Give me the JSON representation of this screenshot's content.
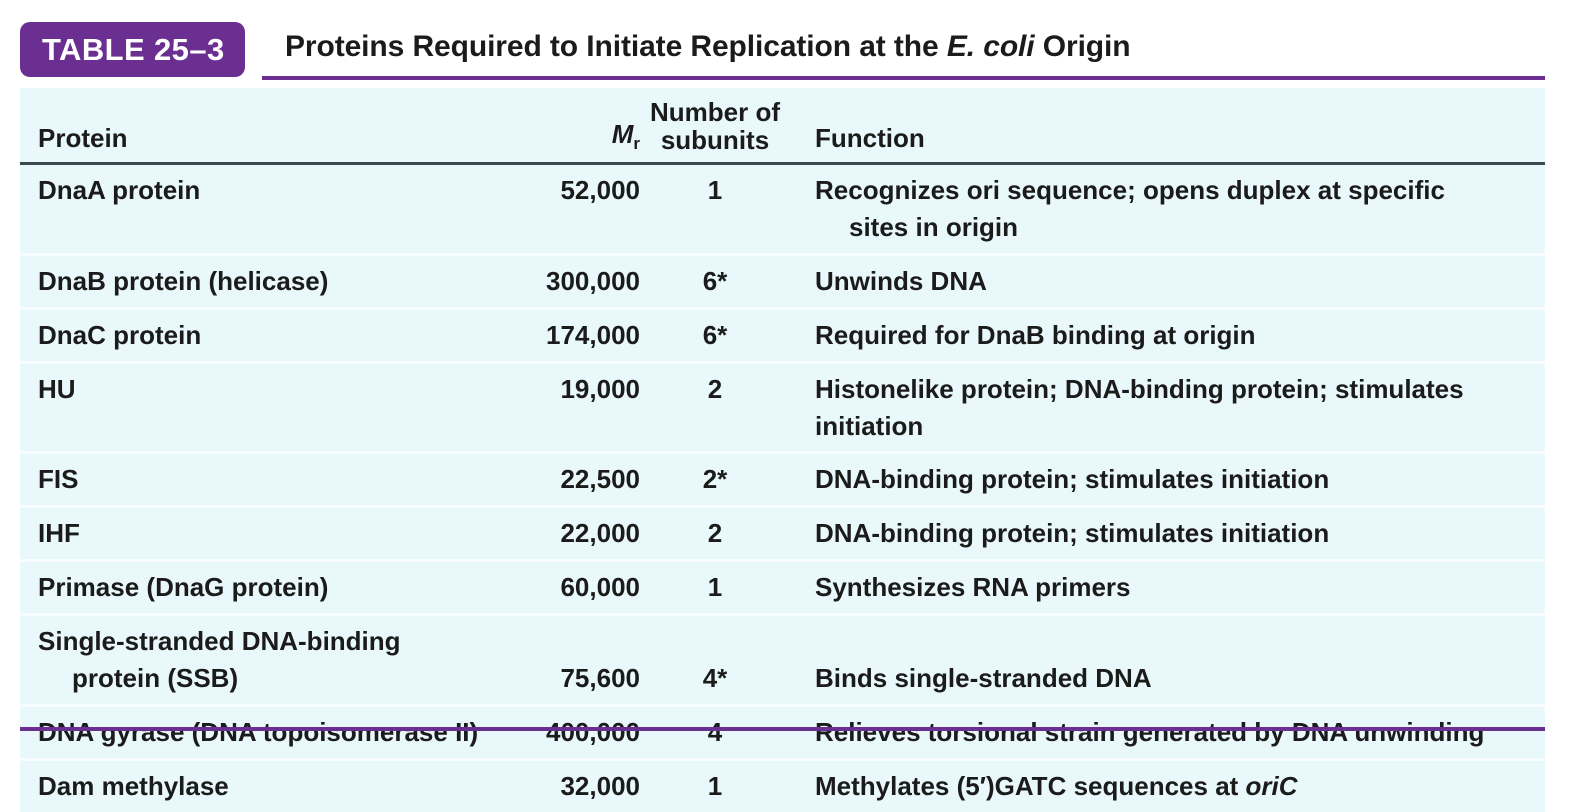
{
  "badge": {
    "label": "TABLE 25–3"
  },
  "title": {
    "before": "Proteins Required to Initiate Replication at the ",
    "italic": "E. coli",
    "after": " Origin"
  },
  "columns": {
    "protein": "Protein",
    "mr_symbol": "M",
    "mr_subscript": "r",
    "subunits_line1": "Number of",
    "subunits_line2": "subunits",
    "function": "Function"
  },
  "rows": [
    {
      "protein_line1": "DnaA protein",
      "protein_line2": "",
      "mr": "52,000",
      "subunits": "1",
      "function_line1": "Recognizes ori sequence; opens duplex at specific",
      "function_line2": "sites in origin",
      "function_line2_indent": true
    },
    {
      "protein_line1": "DnaB protein (helicase)",
      "protein_line2": "",
      "mr": "300,000",
      "subunits": "6*",
      "function_line1": "Unwinds DNA",
      "function_line2": "",
      "function_line2_indent": false
    },
    {
      "protein_line1": "DnaC protein",
      "protein_line2": "",
      "mr": "174,000",
      "subunits": "6*",
      "function_line1": "Required for DnaB binding at origin",
      "function_line2": "",
      "function_line2_indent": false
    },
    {
      "protein_line1": "HU",
      "protein_line2": "",
      "mr": "19,000",
      "subunits": "2",
      "function_line1": "Histonelike protein; DNA-binding protein; stimulates",
      "function_line2": "initiation",
      "function_line2_indent": false
    },
    {
      "protein_line1": "FIS",
      "protein_line2": "",
      "mr": "22,500",
      "subunits": "2*",
      "function_line1": "DNA-binding protein; stimulates initiation",
      "function_line2": "",
      "function_line2_indent": false
    },
    {
      "protein_line1": "IHF",
      "protein_line2": "",
      "mr": "22,000",
      "subunits": "2",
      "function_line1": "DNA-binding protein; stimulates initiation",
      "function_line2": "",
      "function_line2_indent": false
    },
    {
      "protein_line1": "Primase (DnaG protein)",
      "protein_line2": "",
      "mr": "60,000",
      "subunits": "1",
      "function_line1": "Synthesizes RNA primers",
      "function_line2": "",
      "function_line2_indent": false
    },
    {
      "protein_line1": "Single-stranded DNA-binding",
      "protein_line2": "protein (SSB)",
      "mr": "75,600",
      "subunits": "4*",
      "function_line1": "Binds single-stranded DNA",
      "function_line2": "",
      "function_line2_indent": false
    },
    {
      "protein_line1": "DNA gyrase (DNA topoisomerase II)",
      "protein_line2": "",
      "mr": "400,000",
      "subunits": "4",
      "function_line1": "Relieves torsional strain generated by DNA unwinding",
      "function_line2": "",
      "function_line2_indent": false
    },
    {
      "protein_line1": "Dam methylase",
      "protein_line2": "",
      "mr": "32,000",
      "subunits": "1",
      "function_line1_before": "Methylates (5′)GATC sequences at ",
      "function_line1_italic": "oriC",
      "function_line1": "Methylates (5′)GATC sequences at oriC",
      "function_line2": "",
      "function_line2_indent": false
    }
  ],
  "colors": {
    "badge_purple": "#6b2e91",
    "rule_purple": "#6b2e91",
    "table_background": "#e9f8fb",
    "row_divider": "#f7fdfe",
    "header_rule": "#3c4a4f",
    "text": "#1b1b1b"
  }
}
